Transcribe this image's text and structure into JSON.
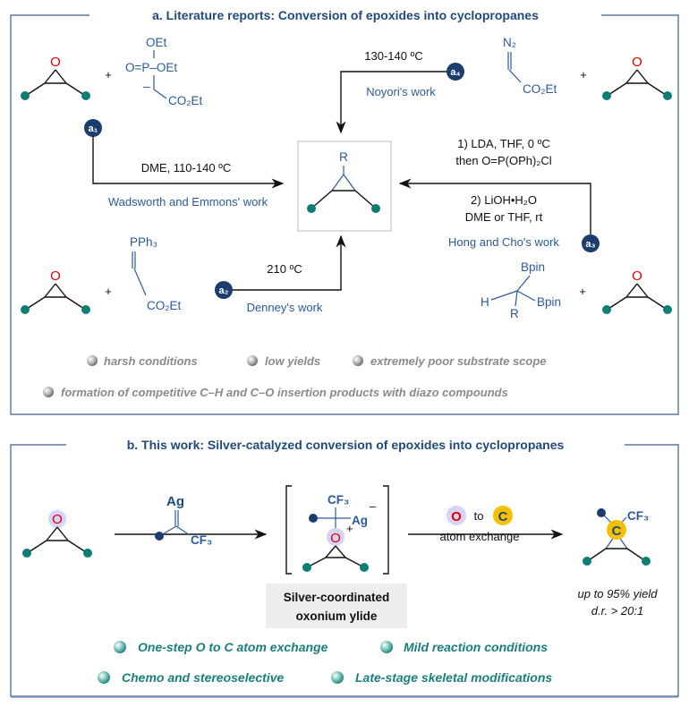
{
  "panel_a": {
    "title": "a. Literature reports: Conversion of epoxides into cyclopropanes",
    "epoxide_atom": "O",
    "plus": "+",
    "route_a1": {
      "badge": "a₁",
      "reagent": {
        "oet_top": "OEt",
        "phosphoryl": "O=P–OEt",
        "charge": "–",
        "ester": "CO₂Et"
      },
      "conditions": "DME, 110-140 ºC",
      "credit": "Wadsworth and Emmons' work"
    },
    "route_a2": {
      "badge": "a₂",
      "reagent": {
        "ylide": "PPh₃",
        "ester": "CO₂Et"
      },
      "conditions": "210 ºC",
      "credit": "Denney's work"
    },
    "route_a3": {
      "badge": "a₃",
      "reagent": {
        "bpin_top": "Bpin",
        "h": "H",
        "r": "R",
        "bpin_right": "Bpin"
      },
      "conditions": [
        "1) LDA, THF, 0 ºC",
        "then O=P(OPh)₂Cl",
        "2) LiOH•H₂O",
        "DME or THF, rt"
      ],
      "credit": "Hong and Cho's work"
    },
    "route_a4": {
      "badge": "a₄",
      "reagent": {
        "diazo": "N₂",
        "ester": "CO₂Et"
      },
      "conditions": "130-140 ºC",
      "credit": "Noyori's work"
    },
    "product_r": "R",
    "drawbacks": [
      "harsh conditions",
      "low yields",
      "extremely poor substrate scope",
      "formation of competitive C–H and C–O insertion products with diazo compounds"
    ]
  },
  "panel_b": {
    "title": "b. This work: Silver-catalyzed conversion of epoxides into cyclopropanes",
    "epoxide_atom": "O",
    "reagent": {
      "metal": "Ag",
      "cf3": "CF₃"
    },
    "intermediate": {
      "cf3": "CF₃",
      "metal": "Ag",
      "minus": "–",
      "oxygen": "O",
      "plus": "+",
      "label_line1": "Silver-coordinated",
      "label_line2": "oxonium ylide"
    },
    "exchange": {
      "from": "O",
      "to_word": "to",
      "to": "C",
      "label": "atom exchange"
    },
    "product": {
      "carbon": "C",
      "cf3": "CF₃",
      "yield": "up to 95% yield",
      "dr": "d.r. > 20:1"
    },
    "advantages": [
      "One-step O to C atom exchange",
      "Mild reaction conditions",
      "Chemo and stereoselective",
      "Late-stage skeletal modifications"
    ]
  },
  "colors": {
    "frame": "#3b5f8a",
    "navy": "#1a3d6e",
    "teal": "#0f7d75",
    "oxygen": "#e00000",
    "lavender": "#d6d3f5",
    "gold": "#f5c000",
    "credit_blue": "#2a5a9c"
  }
}
